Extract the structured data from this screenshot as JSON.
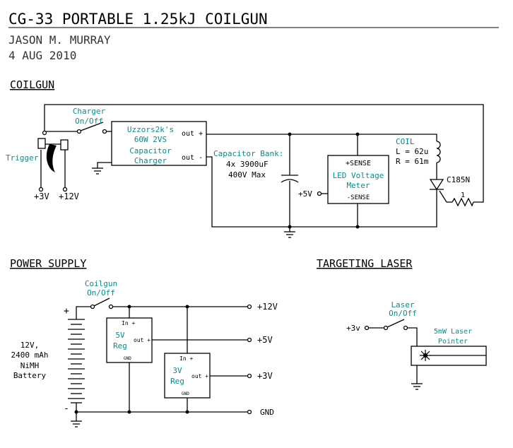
{
  "header": {
    "title": "CG-33 PORTABLE 1.25kJ COILGUN",
    "author": "JASON M. MURRAY",
    "date": "4 AUG 2010"
  },
  "sections": {
    "coilgun": "COILGUN",
    "power_supply": "POWER SUPPLY",
    "targeting_laser": "TARGETING LASER"
  },
  "coilgun": {
    "charger_switch_line1": "Charger",
    "charger_switch_line2": "On/Off",
    "trigger": "Trigger",
    "trigger_v1": "+3V",
    "trigger_v2": "+12V",
    "charger_box_line1": "Uzzors2k's",
    "charger_box_line2": "60W 2VS",
    "charger_box_line3": "Capacitor",
    "charger_box_line4": "Charger",
    "out_plus": "out +",
    "out_minus": "out -",
    "cap_bank_line1": "Capacitor Bank:",
    "cap_bank_line2": "4x 3900uF",
    "cap_bank_line3": "400V Max",
    "meter_sense_plus": "+SENSE",
    "meter_line1": "LED Voltage",
    "meter_line2": "Meter",
    "meter_sense_minus": "-SENSE",
    "meter_supply": "+5V",
    "coil_label": "COIL",
    "coil_l": "L = 62u",
    "coil_r": "R = 61m",
    "scr_label": "C185N",
    "resistor_label": "1"
  },
  "power_supply": {
    "switch_line1": "Coilgun",
    "switch_line2": "On/Off",
    "battery_plus": "+",
    "battery_minus": "-",
    "battery_line1": "12V,",
    "battery_line2": "2400 mAh",
    "battery_line3": "NiMH",
    "battery_line4": "Battery",
    "reg5_in": "In +",
    "reg5_line1": "5V",
    "reg5_line2": "Reg",
    "reg5_out": "out +",
    "reg5_gnd": "GND",
    "reg3_in": "In +",
    "reg3_line1": "3V",
    "reg3_line2": "Reg",
    "reg3_out": "out +",
    "reg3_gnd": "GND",
    "rail_12v": "+12V",
    "rail_5v": "+5V",
    "rail_3v": "+3V",
    "rail_gnd": "GND"
  },
  "laser": {
    "supply": "+3v",
    "switch_line1": "Laser",
    "switch_line2": "On/Off",
    "module_line1": "5mW Laser",
    "module_line2": "Pointer"
  },
  "colors": {
    "annotation": "#0b8a8a",
    "wire": "#000000"
  }
}
